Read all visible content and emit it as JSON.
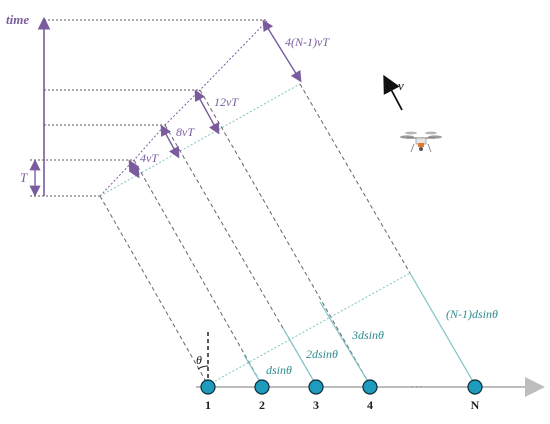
{
  "axis": {
    "time_label": "time",
    "period_label": "T"
  },
  "distance_labels": {
    "d1": "4vT",
    "d2": "8vT",
    "d3": "12vT",
    "dn": "4(N-1)vT"
  },
  "projection_labels": {
    "p1": "dsinθ",
    "p2": "2dsinθ",
    "p3": "3dsinθ",
    "pn": "(N-1)dsinθ"
  },
  "angle_label": "θ",
  "velocity_label": "v",
  "array": {
    "nodes": [
      "1",
      "2",
      "3",
      "4",
      "N"
    ],
    "ellipsis": "···"
  },
  "colors": {
    "purple": "#7a5c9e",
    "teal": "#2f8c8f",
    "node_fill": "#1f9bbd",
    "dashed_gray": "#666666",
    "axis_gray": "#bdbdbd",
    "dotted_light": "#9ecfd1"
  },
  "icons": {
    "drone": "drone-icon"
  }
}
